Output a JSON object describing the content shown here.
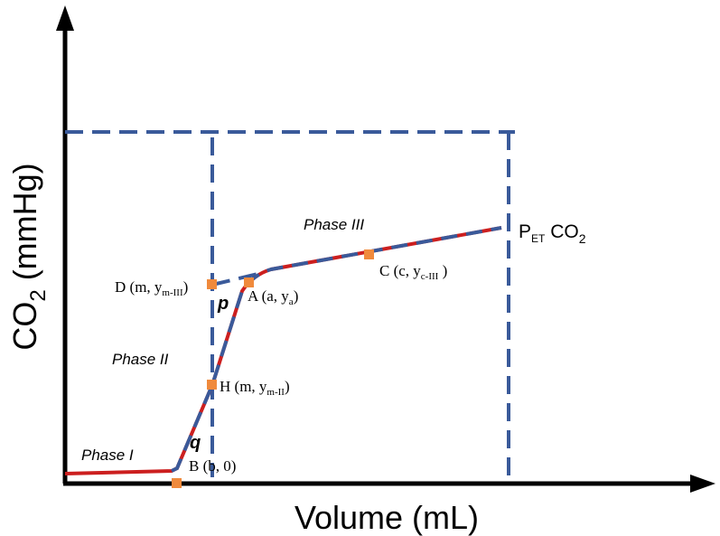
{
  "axes": {
    "x_label": "Volume (mL)",
    "y_label_main": "CO",
    "y_label_sub": "2",
    "y_label_unit": " (mmHg)"
  },
  "phases": {
    "phase1": "Phase I",
    "phase2": "Phase II",
    "phase3": "Phase III"
  },
  "slopes": {
    "p": "p",
    "q": "q"
  },
  "points": {
    "D": {
      "prefix": "D (m, y",
      "sub": "m-III",
      "suffix": ")"
    },
    "A": {
      "prefix": "A (a, y",
      "sub": "a",
      "suffix": ")"
    },
    "C": {
      "prefix": "C (c, y",
      "sub": "c-III",
      "suffix": " )"
    },
    "H": {
      "prefix": "H (m, y",
      "sub": "m-II",
      "suffix": ")"
    },
    "B": {
      "text": "B (b, 0)"
    },
    "PET": {
      "p": "P",
      "sub": "ET",
      "rest": " CO",
      "sub2": "2"
    }
  },
  "colors": {
    "axis": "#000000",
    "dash": "#3a5a9a",
    "curve_red": "#cc1f1f",
    "marker": "#f08a3c"
  }
}
